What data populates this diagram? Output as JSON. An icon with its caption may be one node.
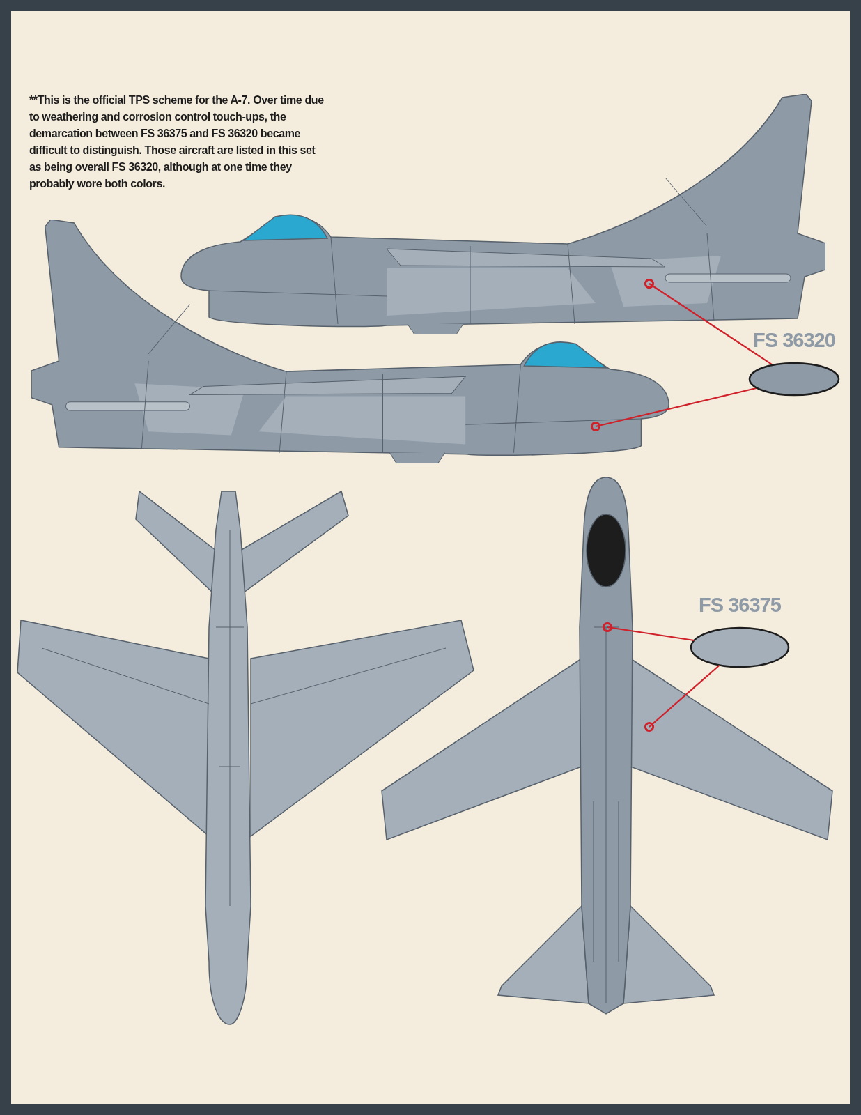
{
  "diagram": {
    "nodes": [
      {
        "text": [],
        "shape": "picture"
      },
      {
        "text": [],
        "shape": "picture"
      },
      {
        "text": [],
        "shape": "picture"
      },
      {
        "text": [],
        "shape": "picture"
      },
      {
        "text": [
          "FS 36320"
        ]
      },
      {
        "text": [
          "FS 36375"
        ],
        "in": 3
      }
    ],
    "edges": [
      {
        "from": 4,
        "to": 0,
        "arrow": "other"
      },
      {
        "from": 4,
        "to": 1,
        "arrow": "other"
      },
      {
        "from": 5,
        "to": 3,
        "arrow": "other"
      },
      {
        "from": 5,
        "to": 3,
        "arrow": "other"
      }
    ],
    "labels": [
      "**This is the official TPS scheme for the A-7. Over time due to weathering and corrosion control touch-ups, the demarcation between FS 36375 and FS 36320 became difficult to distinguish. Those aircraft are listed in this set as being overall FS 36320, although at one time they probably wore both colors."
    ]
  }
}
